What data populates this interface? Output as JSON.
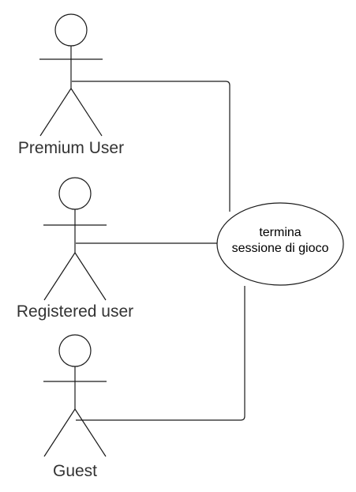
{
  "actors": [
    {
      "name": "Premium User"
    },
    {
      "name": "Registered user"
    },
    {
      "name": "Guest"
    }
  ],
  "use_case": {
    "line1": "termina",
    "line2": "sessione di gioco"
  }
}
